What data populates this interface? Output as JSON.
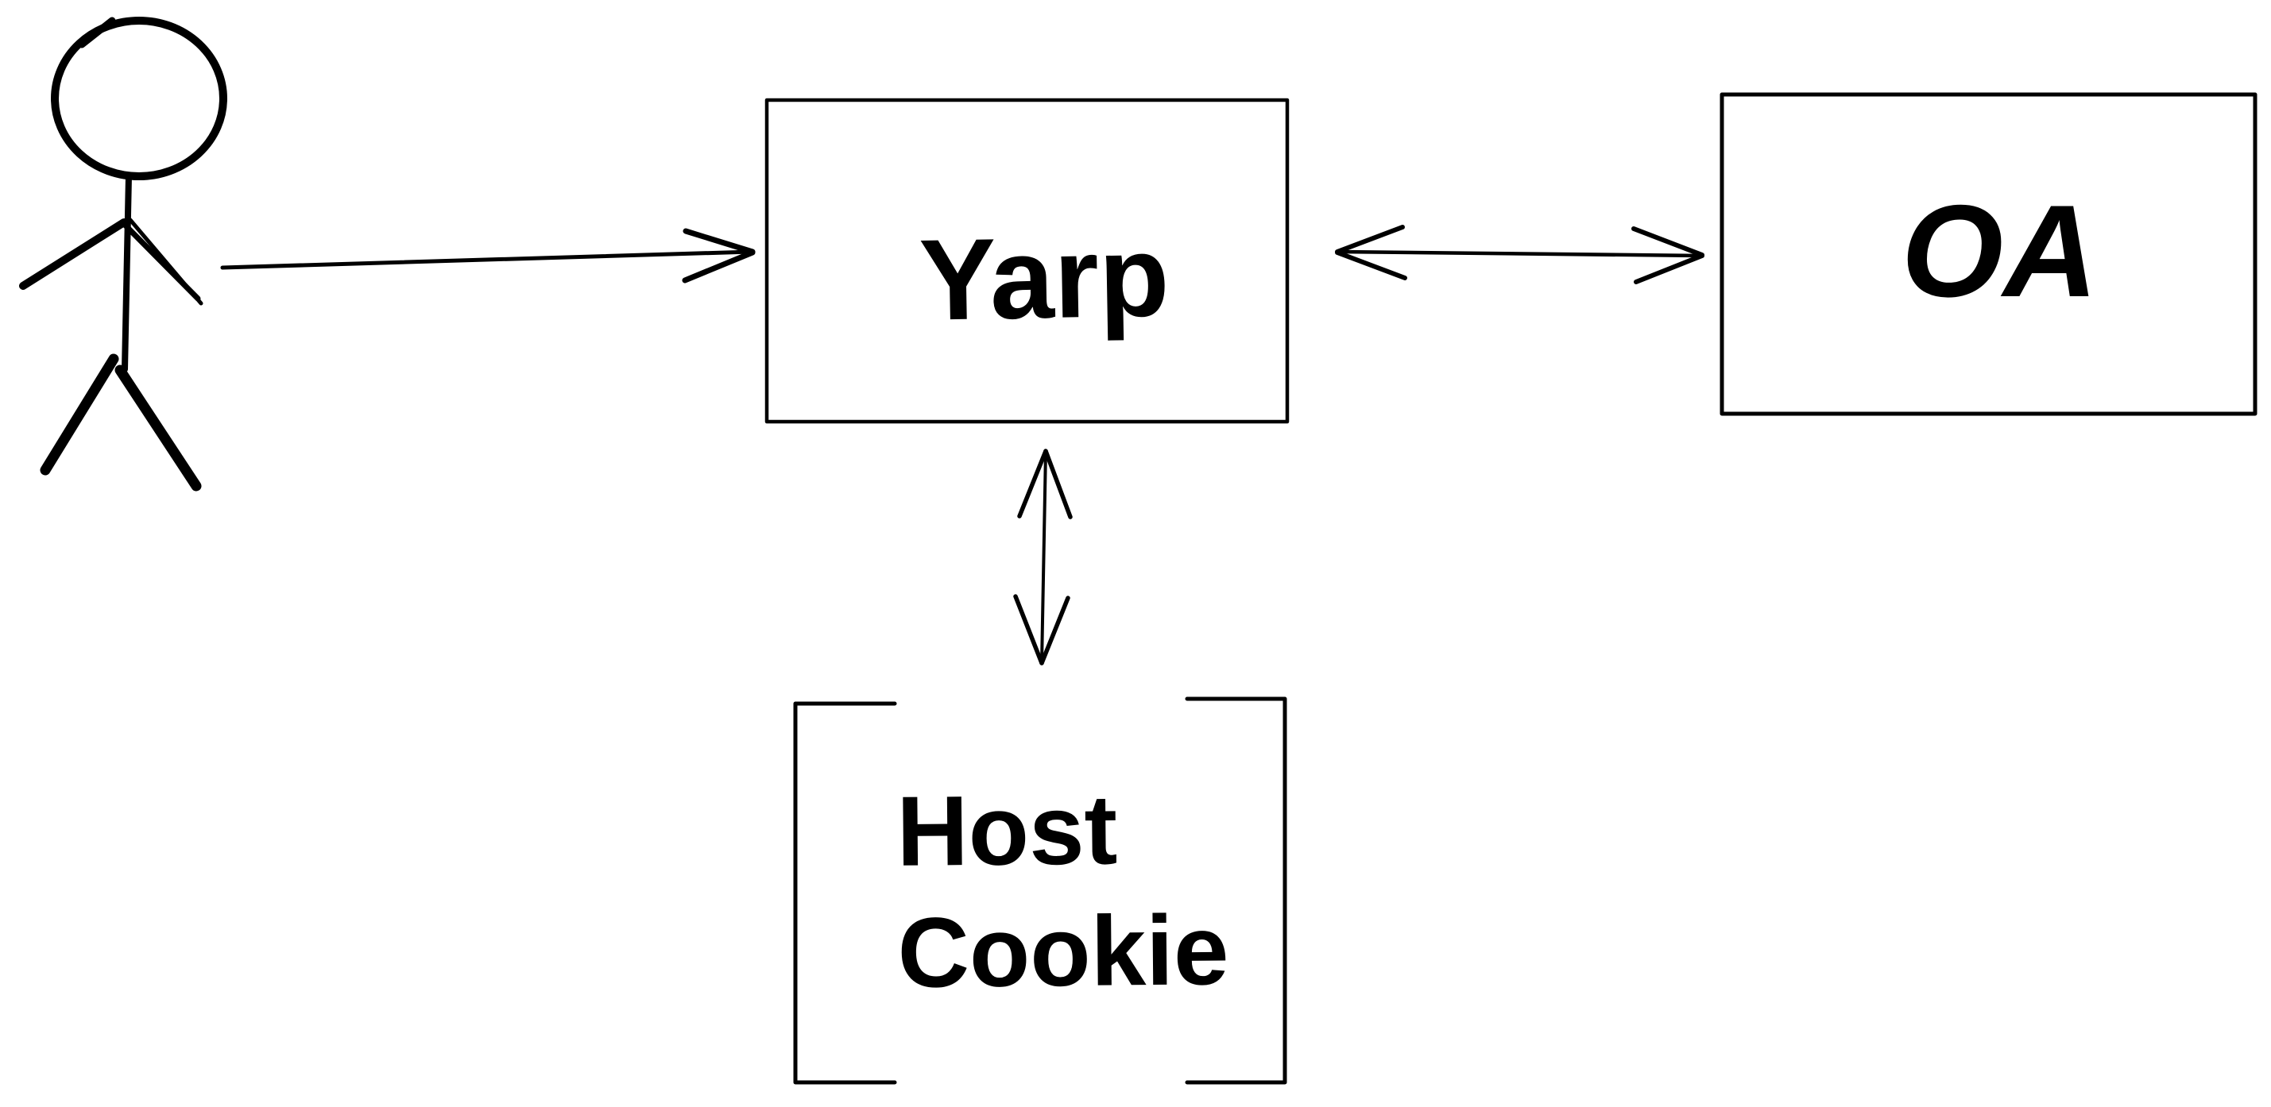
{
  "canvas": {
    "background_color": "#ffffff",
    "ink_color": "#000000"
  },
  "figures": {
    "user": {
      "icon": "stick-figure-icon"
    }
  },
  "nodes": {
    "yarp": {
      "label": "Yarp",
      "shape": "rectangle"
    },
    "oa": {
      "label": "OA",
      "shape": "rectangle"
    },
    "host_cookie": {
      "lines": [
        "Host",
        "Cookie"
      ],
      "shape": "square-brackets"
    }
  },
  "edges": {
    "user_to_yarp": {
      "heads": "single-arrow-pointing-right"
    },
    "yarp_oa": {
      "heads": "double-headed"
    },
    "yarp_host_cookie": {
      "heads": "double-headed"
    }
  }
}
